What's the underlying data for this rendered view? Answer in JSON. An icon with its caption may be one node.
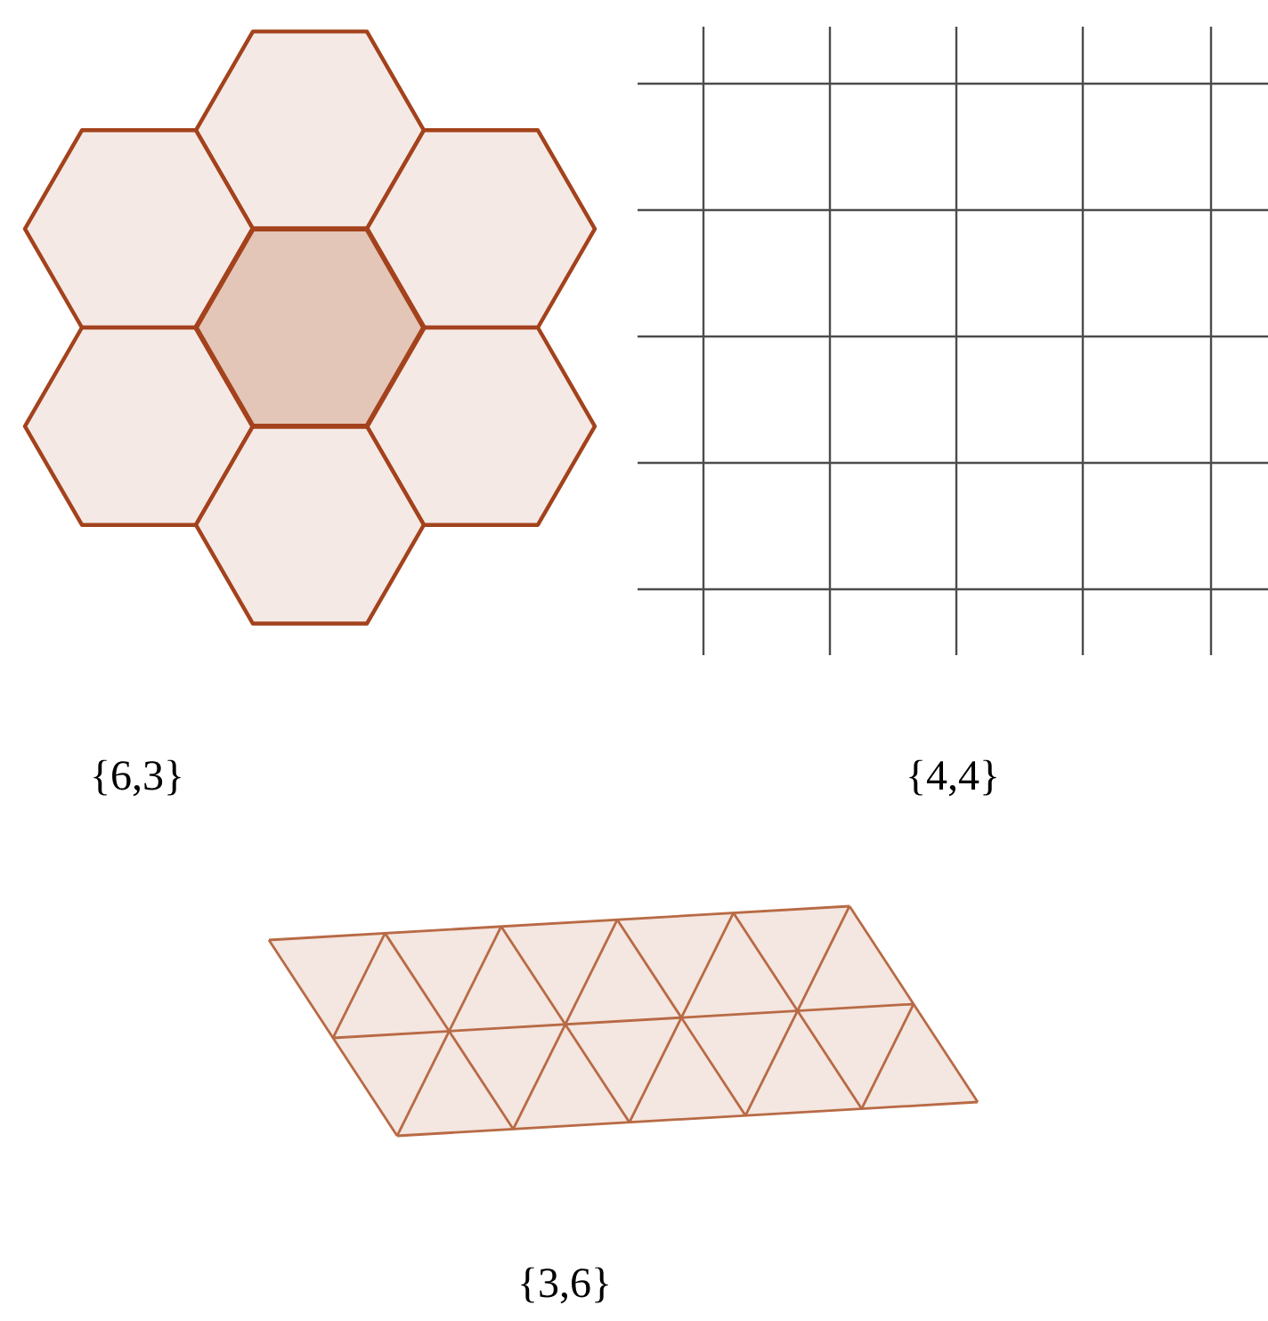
{
  "diagram": {
    "labels": [
      "{6,3}",
      "{4,4}",
      "{3,6}"
    ]
  }
}
